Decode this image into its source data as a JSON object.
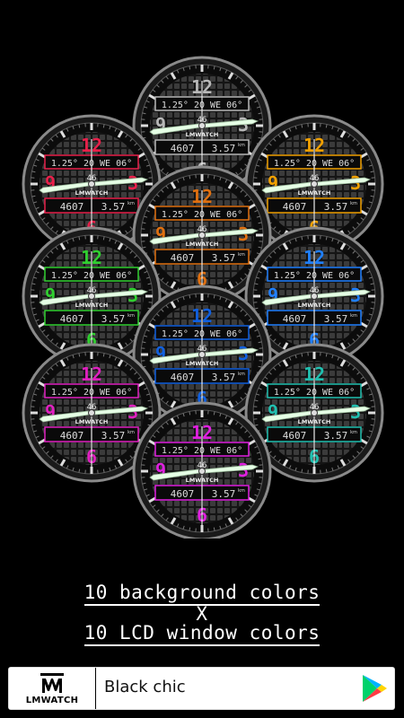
{
  "watch_brand": "LMWATCH",
  "numerals": {
    "twelve": "12",
    "three": "3",
    "six": "6",
    "nine": "9"
  },
  "lcd_top": "1.25° 20 WE 06°",
  "lcd_bottom_steps": "4607",
  "lcd_bottom_distance": "3.57",
  "lcd_bottom_unit": "km",
  "icon": "46",
  "faces": [
    {
      "color": "#b8b8b8"
    },
    {
      "color": "#e8204a"
    },
    {
      "color": "#f0a000"
    },
    {
      "color": "#e07010"
    },
    {
      "color": "#30d030"
    },
    {
      "color": "#2080ff"
    },
    {
      "color": "#1060e0"
    },
    {
      "color": "#e020c0"
    },
    {
      "color": "#20c0b0"
    },
    {
      "color": "#e020e0"
    }
  ],
  "caption": {
    "line1": "10 background colors",
    "line2": "X",
    "line3": "10 LCD window colors"
  },
  "banner": {
    "brand": "LMWATCH",
    "app_name": "Black chic",
    "play_icon": "google-play-icon"
  }
}
